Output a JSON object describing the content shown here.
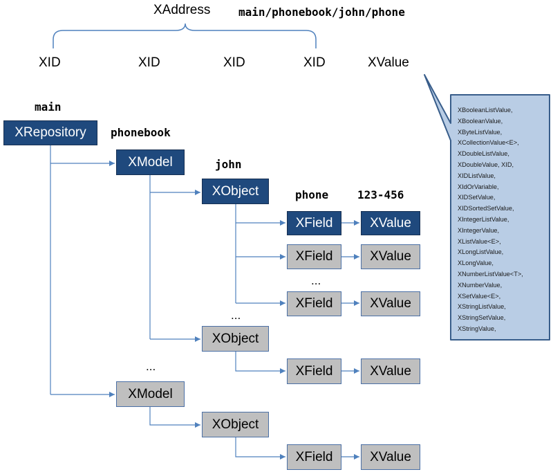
{
  "address": {
    "label": "XAddress",
    "path": "main/phonebook/john/phone",
    "parts": [
      "XID",
      "XID",
      "XID",
      "XID"
    ],
    "value_label": "XValue"
  },
  "ids": {
    "repository": "main",
    "model": "phonebook",
    "object": "john",
    "field": "phone",
    "value": "123-456"
  },
  "nodes": {
    "repository": "XRepository",
    "model": "XModel",
    "object": "XObject",
    "field": "XField",
    "value": "XValue"
  },
  "ellipsis": "...",
  "value_types": [
    "XBooleanListValue,",
    "XBooleanValue,",
    "XByteListValue,",
    "XCollectionValue<E>,",
    "XDoubleListValue,",
    "XDoubleValue, XID,",
    "XIDListValue,",
    "XIdOrVariable,",
    "XIDSetValue,",
    "XIDSortedSetValue,",
    "XIntegerListValue,",
    "XIntegerValue,",
    "XListValue<E>,",
    "XLongListValue,",
    "XLongValue,",
    "XNumberListValue<T>,",
    "XNumberValue,",
    "XSetValue<E>,",
    "XStringListValue,",
    "XStringSetValue,",
    "XStringValue,"
  ],
  "colors": {
    "highlight_fill": "#1f497d",
    "normal_fill": "#bfbfbf",
    "connector": "#4f81bd",
    "callout_fill": "#b9cde5",
    "callout_border": "#385d8a"
  }
}
